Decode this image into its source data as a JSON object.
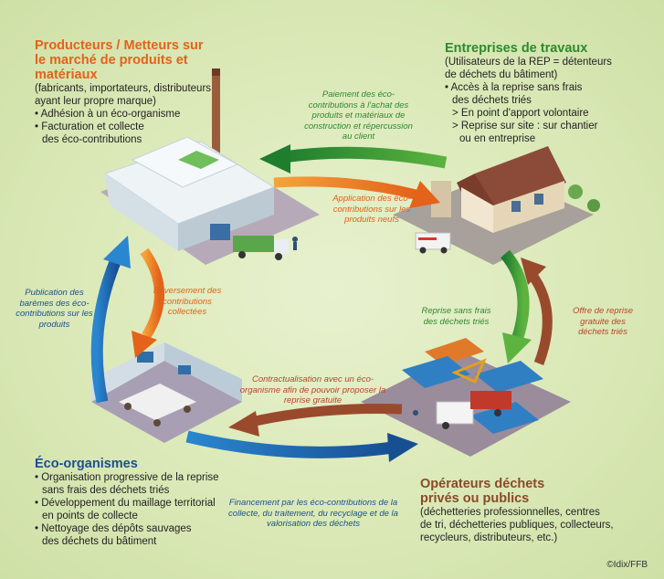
{
  "producteurs": {
    "title": "Producteurs / Metteurs sur le marché de produits et matériaux",
    "lines": [
      "(fabricants, importateurs, distributeurs",
      "ayant leur propre marque)",
      "• Adhésion à un éco-organisme",
      "• Facturation et collecte",
      "des éco-contributions"
    ]
  },
  "entreprises": {
    "title": "Entreprises de travaux",
    "lines": [
      "(Utilisateurs de la REP = détenteurs",
      "de déchets du bâtiment)",
      "• Accès à la reprise sans frais",
      "des déchets triés",
      "> En point d'apport volontaire",
      "> Reprise sur site : sur chantier",
      "ou en entreprise"
    ]
  },
  "eco": {
    "title": "Éco-organismes",
    "lines": [
      "• Organisation progressive de la reprise",
      "sans frais des déchets triés",
      "• Développement du maillage territorial",
      "en points de collecte",
      "• Nettoyage des dépôts sauvages",
      "des déchets du bâtiment"
    ]
  },
  "operateurs": {
    "title_1": "Opérateurs déchets",
    "title_2": "privés ou publics",
    "lines": [
      "(déchetteries professionnelles, centres",
      "de tri, déchetteries publiques, collecteurs,",
      "recycleurs, distributeurs, etc.)"
    ]
  },
  "flows": {
    "paiement": "Paiement des éco-contributions à l'achat des produits et matériaux de construction et répercussion au client",
    "application": "Application des éco-contributions sur les produits neufs",
    "publication": "Publication des barèmes des éco-contributions sur les produits",
    "reversement": "Reversement des contributions collectées",
    "reprise": "Reprise sans frais des déchets triés",
    "offre": "Offre de reprise gratuite des déchets triés",
    "contractualisation": "Contractualisation avec un éco-organisme afin de pouvoir proposer la reprise gratuite",
    "financement": "Financement par les éco-contributions de la collecte, du traitement, du recyclage et de la valorisation des déchets"
  },
  "credit": "©Idix/FFB",
  "colors": {
    "green_arrow": "#2f9a3a",
    "orange_arrow": "#ee7d1f",
    "blue_arrow": "#1d6fb8",
    "ground": "#9c8fa0"
  }
}
